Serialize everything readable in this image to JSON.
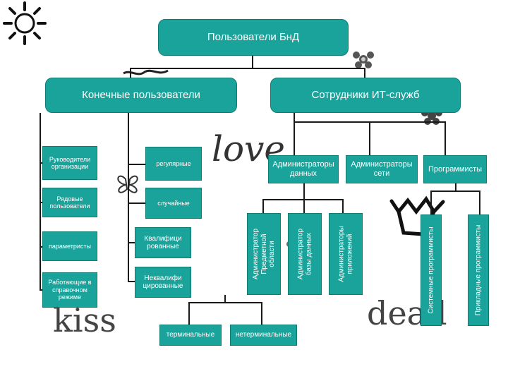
{
  "diagram": {
    "root": "Пользователи БнД",
    "end_users": "Конечные пользователи",
    "it_staff": "Сотрудники ИТ-служб",
    "left_column": [
      "Руководители организации",
      "Рядовые пользователи",
      "параметристы",
      "Работающие в справочном режиме"
    ],
    "frequency": {
      "regular": "регулярные",
      "occasional": "случайные"
    },
    "qualification": {
      "qualified": [
        "Квалифици",
        "рованные"
      ],
      "unqualified": [
        "Неквалифи",
        "цированные"
      ]
    },
    "terminal_types": {
      "terminal": "терминальные",
      "non_terminal": "нетерминальные"
    },
    "admin_groups": {
      "data": [
        "Администраторы",
        "данных"
      ],
      "network": [
        "Администраторы",
        "сети"
      ],
      "programmers": "Программисты"
    },
    "admin_vertical": {
      "subject_area": [
        "Администратор",
        "Предметной",
        "области"
      ],
      "database": [
        "Администратор",
        "базы данных"
      ],
      "applications": [
        "Администраторы",
        "приложений"
      ]
    },
    "programmer_vertical": {
      "system": "Системные программисты",
      "applied": "Прикладные программисты"
    }
  },
  "decorations": {
    "words": [
      "love",
      "kiss",
      "dead"
    ],
    "icons": [
      "sun-icon",
      "flower-icon",
      "butterfly-icon",
      "crown-icon"
    ]
  },
  "colors": {
    "box": "#1aa39a",
    "box_border": "#0c7c74",
    "text": "#ffffff",
    "line": "#1a1a1a"
  }
}
